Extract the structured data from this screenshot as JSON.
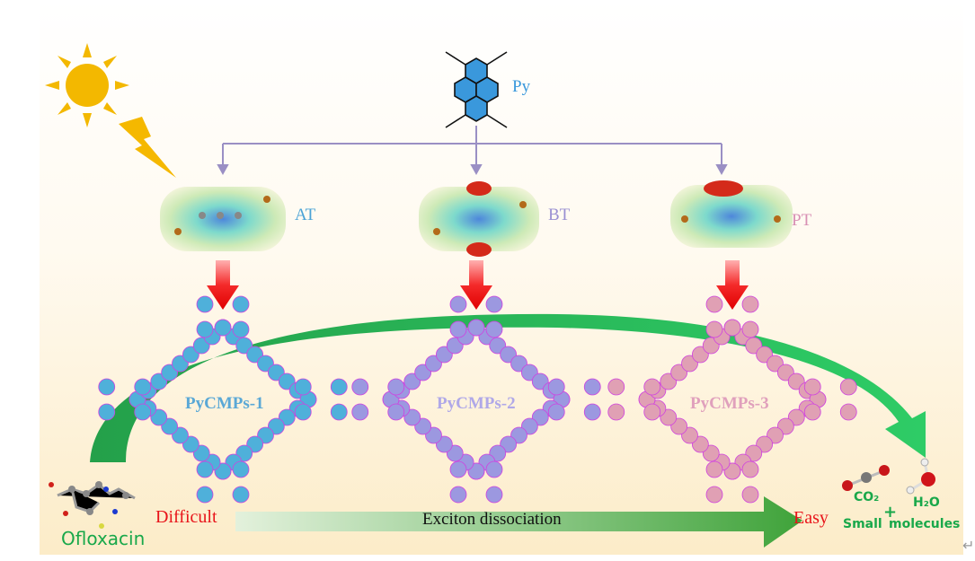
{
  "monomer": {
    "label": "Py"
  },
  "linkers": [
    {
      "label": "AT"
    },
    {
      "label": "BT"
    },
    {
      "label": "PT"
    }
  ],
  "polymers": [
    {
      "label": "PyCMPs-1"
    },
    {
      "label": "PyCMPs-2"
    },
    {
      "label": "PyCMPs-3"
    }
  ],
  "bottom": {
    "pollutant": "Ofloxacin",
    "difficult": "Difficult",
    "process": "Exciton dissociation",
    "easy": "Easy",
    "co2": "CO₂",
    "h2o": "H₂O",
    "plus": "+",
    "products_1": "Small",
    "products_2": "molecules",
    "return_mark": "↵"
  },
  "colors": {
    "py": "#3a98dc",
    "at": "#4aa3d6",
    "bt": "#9a90d2",
    "pt": "#d890b4",
    "green": "#19a84a",
    "red": "#e8141a",
    "branch": "#9a8fc4"
  }
}
